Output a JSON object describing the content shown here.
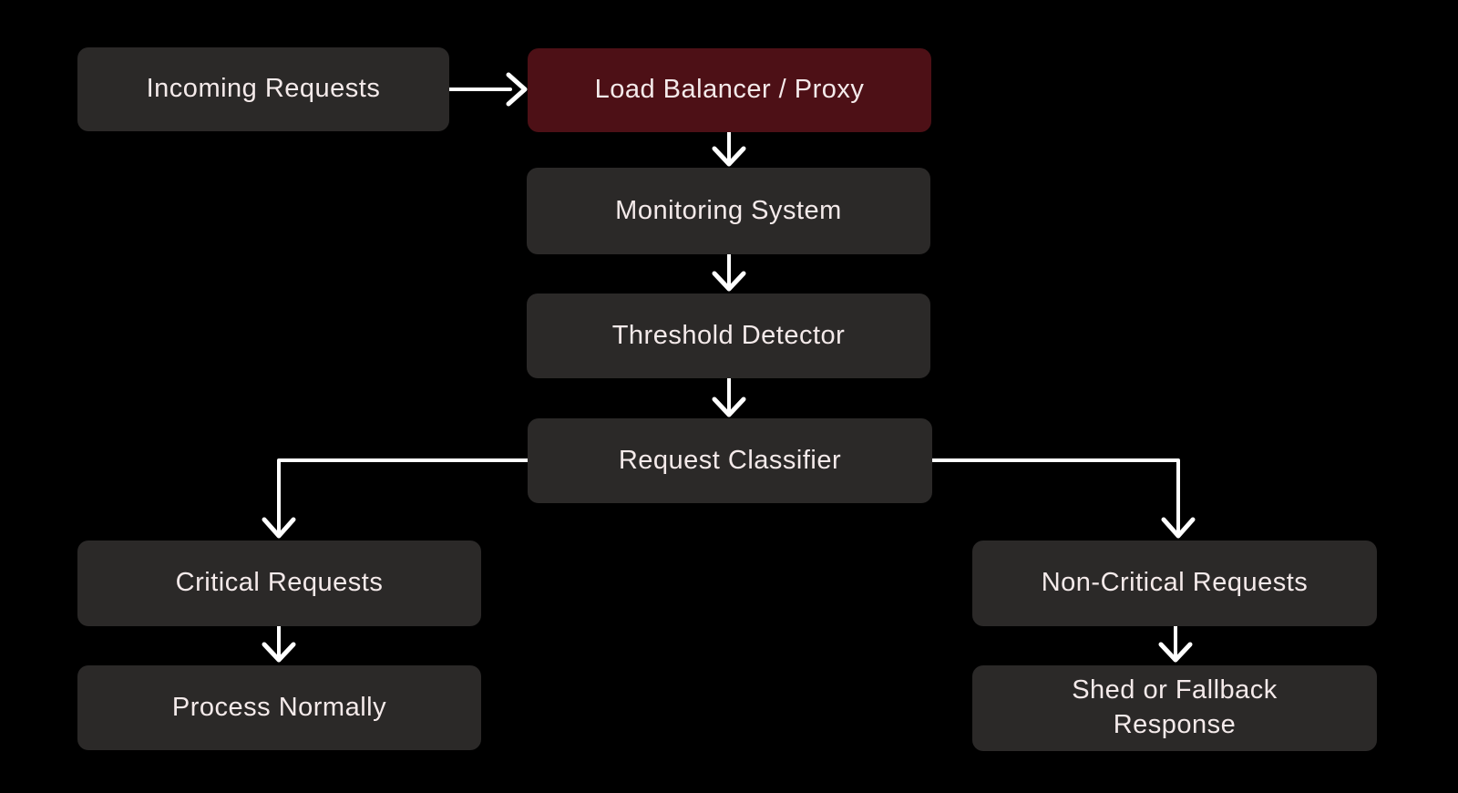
{
  "diagram": {
    "type": "flowchart",
    "direction": "top-down",
    "colors": {
      "background": "#000000",
      "node_fill": "#2b2928",
      "accent_fill": "#4d1016",
      "text_color": "#f4eaea",
      "arrow_color": "#ffffff"
    },
    "nodes": [
      {
        "id": "incoming",
        "label": "Incoming Requests",
        "accent": false
      },
      {
        "id": "load_balancer",
        "label": "Load Balancer / Proxy",
        "accent": true
      },
      {
        "id": "monitoring",
        "label": "Monitoring System",
        "accent": false
      },
      {
        "id": "threshold",
        "label": "Threshold Detector",
        "accent": false
      },
      {
        "id": "classifier",
        "label": "Request Classifier",
        "accent": false
      },
      {
        "id": "critical",
        "label": "Critical Requests",
        "accent": false
      },
      {
        "id": "process",
        "label": "Process Normally",
        "accent": false
      },
      {
        "id": "noncritical",
        "label": "Non-Critical Requests",
        "accent": false
      },
      {
        "id": "shed",
        "label": "Shed or Fallback\nResponse",
        "accent": false
      }
    ],
    "edges": [
      {
        "from": "incoming",
        "to": "load_balancer"
      },
      {
        "from": "load_balancer",
        "to": "monitoring"
      },
      {
        "from": "monitoring",
        "to": "threshold"
      },
      {
        "from": "threshold",
        "to": "classifier"
      },
      {
        "from": "classifier",
        "to": "critical"
      },
      {
        "from": "classifier",
        "to": "noncritical"
      },
      {
        "from": "critical",
        "to": "process"
      },
      {
        "from": "noncritical",
        "to": "shed"
      }
    ]
  }
}
